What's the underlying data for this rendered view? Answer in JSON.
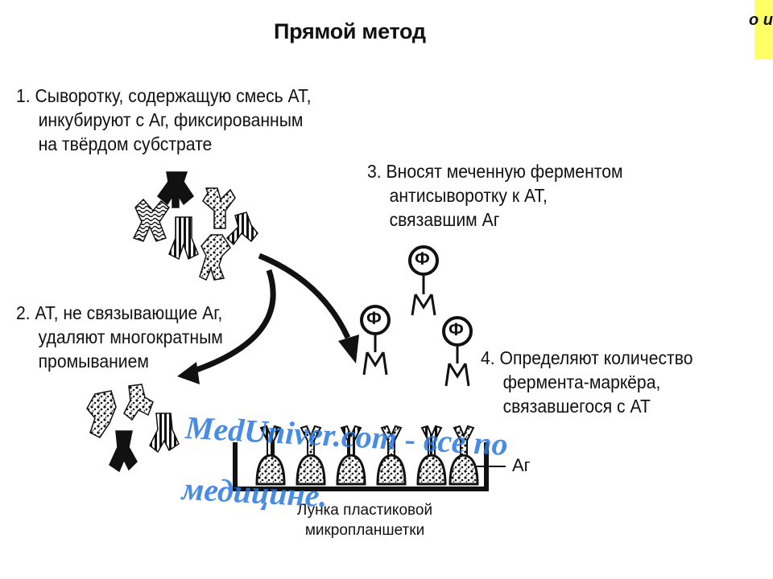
{
  "title": "Прямой метод",
  "steps": {
    "s1": {
      "line1": "1. Сыворотку, содержащую смесь АТ,",
      "line2": "инкубируют с Аг, фиксированным",
      "line3": "на твёрдом субстрате"
    },
    "s2": {
      "line1": "2. АТ, не связывающие Аг,",
      "line2": "удаляют многократным",
      "line3": "промыванием"
    },
    "s3": {
      "line1": "3. Вносят меченную ферментом",
      "line2": "антисыворотку к АТ,",
      "line3": "связавшим Аг"
    },
    "s4": {
      "line1": "4. Определяют количество",
      "line2": "фермента-маркёра,",
      "line3": "связавшегося с АТ"
    }
  },
  "labels": {
    "antigen": "Аг",
    "enzyme": "Ф",
    "well_line1": "Лунка пластиковой",
    "well_line2": "микропланшетки"
  },
  "watermark": "MedUniver.com - все по медицине.",
  "corner_text": "о и",
  "colors": {
    "ink": "#111111",
    "watermark": "#2978e0",
    "highlight": "#ffff66"
  }
}
